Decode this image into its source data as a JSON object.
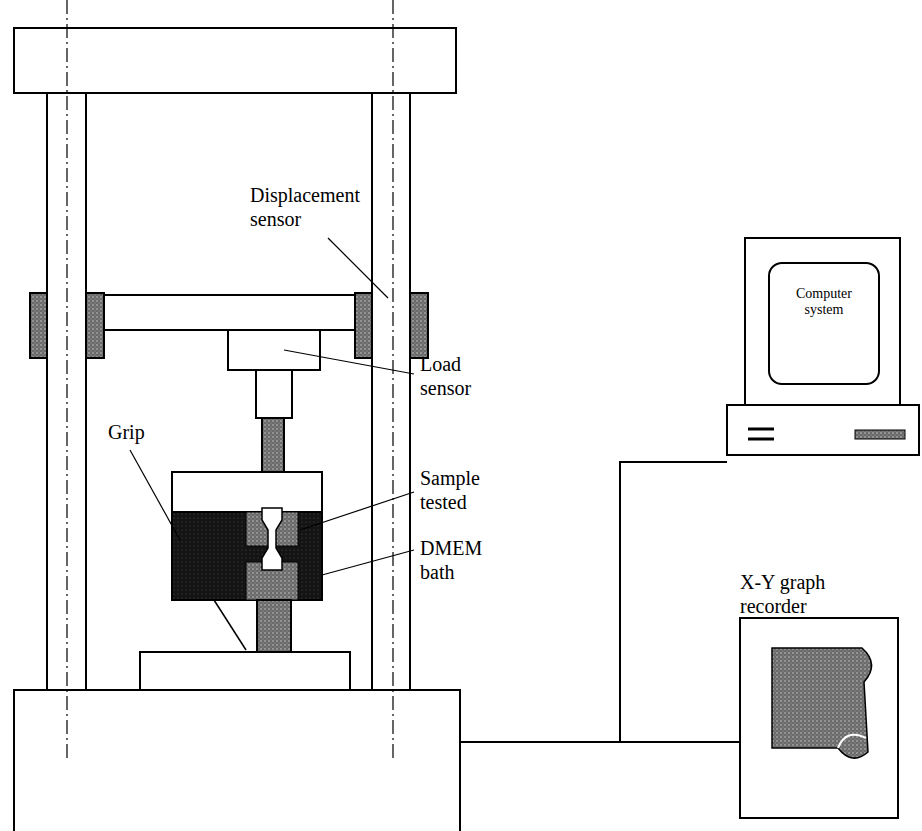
{
  "diagram": {
    "nodes": [
      {
        "text": [
          "Computer system"
        ]
      }
    ],
    "labels": [
      "Displacement sensor",
      "Load sensor",
      "Grip",
      "Sample tested",
      "DMEM bath",
      "X-Y graph recorder"
    ]
  }
}
